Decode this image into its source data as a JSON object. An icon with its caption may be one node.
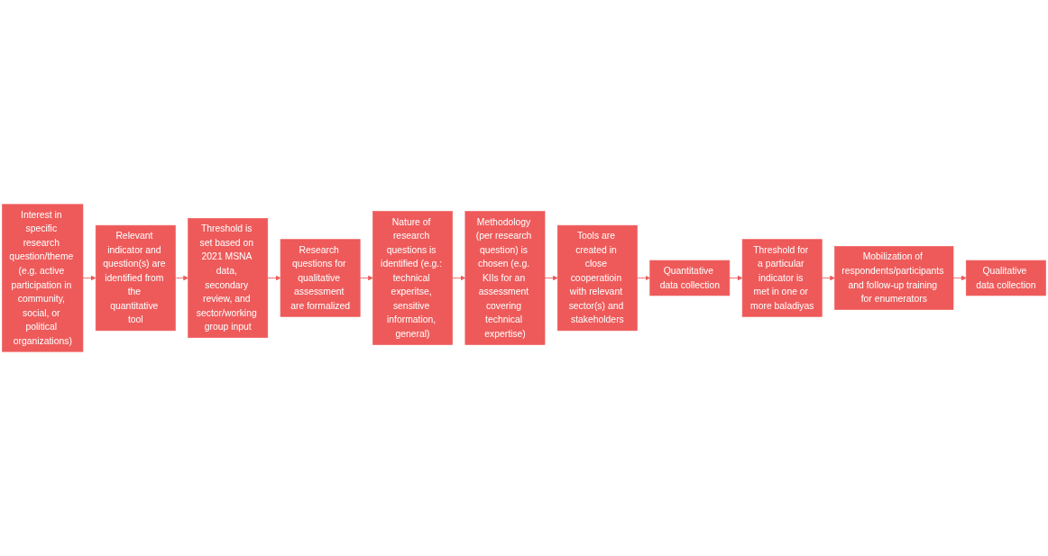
{
  "diagram": {
    "nodes": [
      {
        "text": [
          "Interest in specific research question/theme (e.g. active participation in community, social, or political organizations)"
        ]
      },
      {
        "text": [
          "Relevant indicator and question(s) are identified from the quantitative tool"
        ]
      },
      {
        "text": [
          "Threshold is set based on 2021 MSNA data, secondary review, and sector/working group input"
        ]
      },
      {
        "text": [
          "Research questions for qualitative assessment are formalized"
        ]
      },
      {
        "text": [
          "Nature of research questions is identified (e.g.: technical experitse, sensitive information, general)"
        ]
      },
      {
        "text": [
          "Methodology (per research question) is chosen (e.g. KIIs for an assessment covering technical expertise)"
        ]
      },
      {
        "text": [
          "Tools are created in close cooperatioin with relevant sector(s) and stakeholders"
        ]
      },
      {
        "text": [
          "Quantitative data collection"
        ]
      },
      {
        "text": [
          "Threshold for a particular indicator is met in one or more baladiyas"
        ]
      },
      {
        "text": [
          "Mobilization of respondents/participants and follow-up training for enumerators"
        ]
      },
      {
        "text": [
          "Qualitative data collection"
        ]
      }
    ],
    "edges": [
      {
        "from": 0,
        "to": 1,
        "arrow": "to"
      },
      {
        "from": 1,
        "to": 2,
        "arrow": "to"
      },
      {
        "from": 2,
        "to": 3,
        "arrow": "to"
      },
      {
        "from": 3,
        "to": 4,
        "arrow": "to"
      },
      {
        "from": 4,
        "to": 5,
        "arrow": "to"
      },
      {
        "from": 5,
        "to": 6,
        "arrow": "to"
      },
      {
        "from": 6,
        "to": 7,
        "arrow": "to"
      },
      {
        "from": 7,
        "to": 8,
        "arrow": "to"
      },
      {
        "from": 8,
        "to": 9,
        "arrow": "to"
      },
      {
        "from": 9,
        "to": 10,
        "arrow": "to"
      }
    ]
  }
}
